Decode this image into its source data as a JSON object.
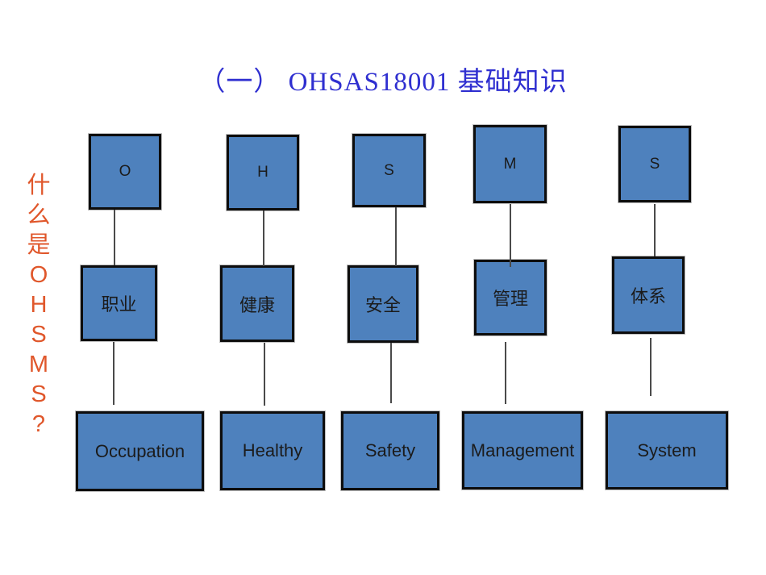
{
  "title": "（一） OHSAS18001 基础知识",
  "side_label": {
    "chars": [
      "什",
      "么",
      "是",
      "O",
      "H",
      "S",
      "M",
      "S",
      "?"
    ]
  },
  "columns": [
    {
      "letter": "O",
      "chinese": "职业",
      "english": "Occupation"
    },
    {
      "letter": "H",
      "chinese": "健康",
      "english": "Healthy"
    },
    {
      "letter": "S",
      "chinese": "安全",
      "english": "Safety"
    },
    {
      "letter": "M",
      "chinese": "管理",
      "english": "Management"
    },
    {
      "letter": "S",
      "chinese": "体系",
      "english": "System"
    }
  ],
  "colors": {
    "box_fill": "#4E81BD",
    "box_border": "#0D0D0D",
    "title_text": "#2F2FD0",
    "side_text": "#E0572B",
    "connector": "#4A4A4A",
    "box_text": "#1B1B1B",
    "background": "#FFFFFF"
  }
}
